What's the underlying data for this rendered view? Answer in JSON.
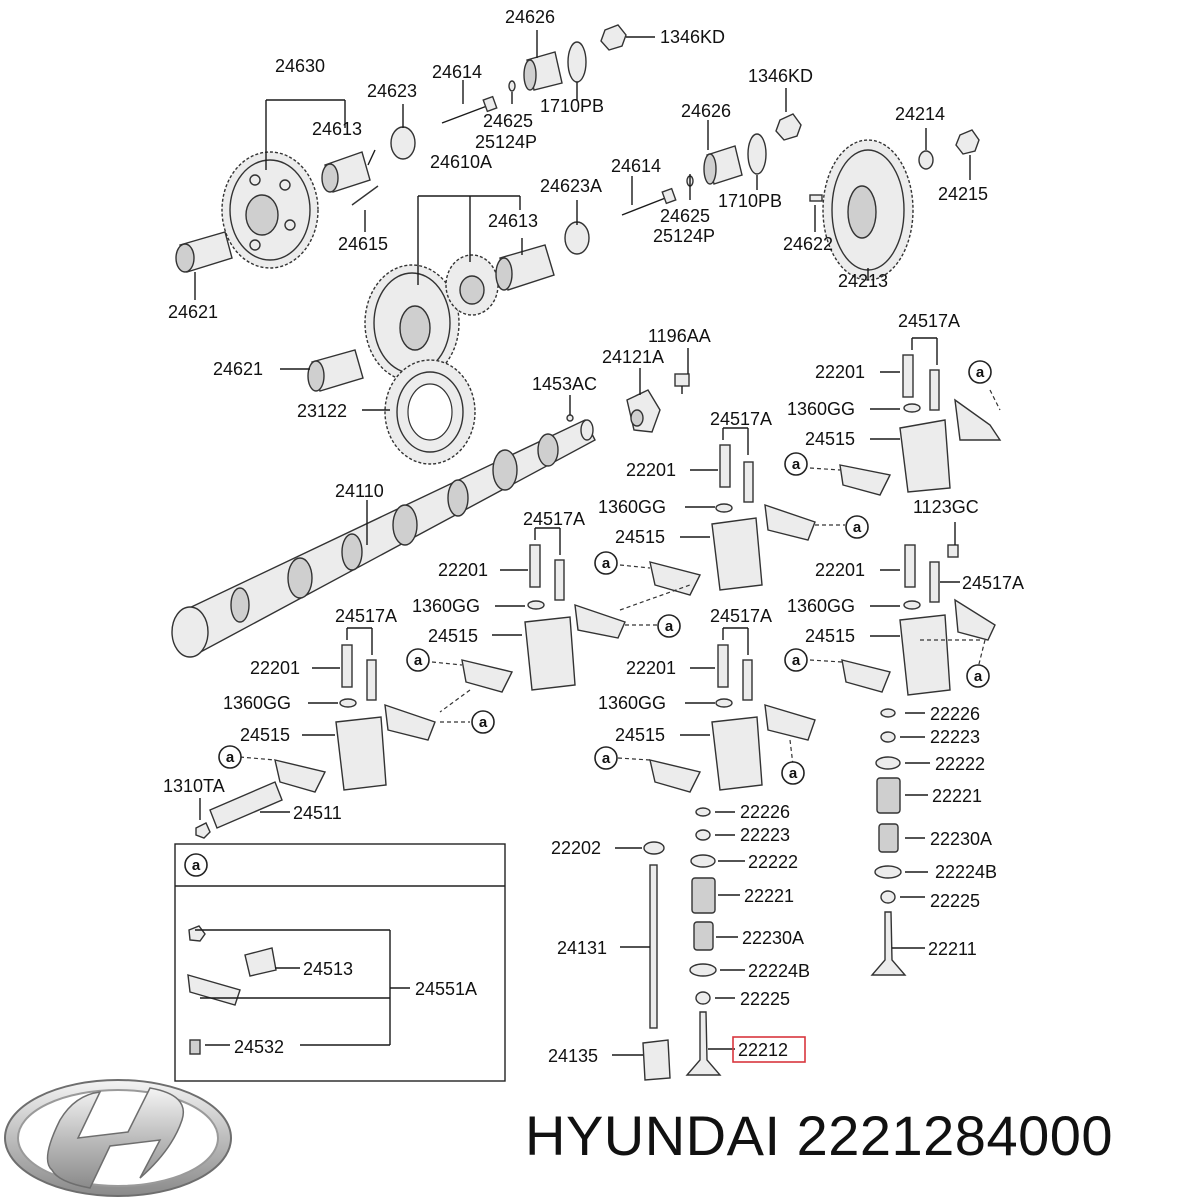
{
  "callouts": [
    {
      "text": "24626"
    },
    {
      "text": "1346KD"
    },
    {
      "text": "24630"
    },
    {
      "text": "24614"
    },
    {
      "text": "24623"
    },
    {
      "text": "24625"
    },
    {
      "text": "1710PB"
    },
    {
      "text": "25124P"
    },
    {
      "text": "24613"
    },
    {
      "text": "24610A"
    },
    {
      "text": "1346KD"
    },
    {
      "text": "24626"
    },
    {
      "text": "24214"
    },
    {
      "text": "24614"
    },
    {
      "text": "24623A"
    },
    {
      "text": "24615"
    },
    {
      "text": "24613"
    },
    {
      "text": "24625"
    },
    {
      "text": "1710PB"
    },
    {
      "text": "25124P"
    },
    {
      "text": "24215"
    },
    {
      "text": "24622"
    },
    {
      "text": "24213"
    },
    {
      "text": "24621"
    },
    {
      "text": "24621"
    },
    {
      "text": "23122"
    },
    {
      "text": "1196AA"
    },
    {
      "text": "24121A"
    },
    {
      "text": "1453AC"
    },
    {
      "text": "24517A"
    },
    {
      "text": "22201"
    },
    {
      "text": "1360GG"
    },
    {
      "text": "24517A"
    },
    {
      "text": "24515"
    },
    {
      "text": "22201"
    },
    {
      "text": "24110"
    },
    {
      "text": "1360GG"
    },
    {
      "text": "1123GC"
    },
    {
      "text": "24517A"
    },
    {
      "text": "24515"
    },
    {
      "text": "22201"
    },
    {
      "text": "22201"
    },
    {
      "text": "24517A"
    },
    {
      "text": "1360GG"
    },
    {
      "text": "1360GG"
    },
    {
      "text": "24517A"
    },
    {
      "text": "24517A"
    },
    {
      "text": "24515"
    },
    {
      "text": "24515"
    },
    {
      "text": "22201"
    },
    {
      "text": "22201"
    },
    {
      "text": "1360GG"
    },
    {
      "text": "1360GG"
    },
    {
      "text": "22226"
    },
    {
      "text": "22223"
    },
    {
      "text": "24515"
    },
    {
      "text": "24515"
    },
    {
      "text": "22222"
    },
    {
      "text": "1310TA"
    },
    {
      "text": "22221"
    },
    {
      "text": "22226"
    },
    {
      "text": "24511"
    },
    {
      "text": "22223"
    },
    {
      "text": "22230A"
    },
    {
      "text": "22202"
    },
    {
      "text": "22222"
    },
    {
      "text": "22224B"
    },
    {
      "text": "22221"
    },
    {
      "text": "22225"
    },
    {
      "text": "24131"
    },
    {
      "text": "22230A"
    },
    {
      "text": "22211"
    },
    {
      "text": "24513"
    },
    {
      "text": "22224B"
    },
    {
      "text": "24551A"
    },
    {
      "text": "22225"
    },
    {
      "text": "24532"
    },
    {
      "text": "24135"
    },
    {
      "text": "22212"
    }
  ],
  "marker_letter": "a",
  "highlighted_part": "22212",
  "highlight_color": "#d9363e",
  "brand": "HYUNDAI",
  "part_number": "2221284000",
  "footer_text": "HYUNDAI 2221284000",
  "logo_icon": "hyundai-logo-icon"
}
